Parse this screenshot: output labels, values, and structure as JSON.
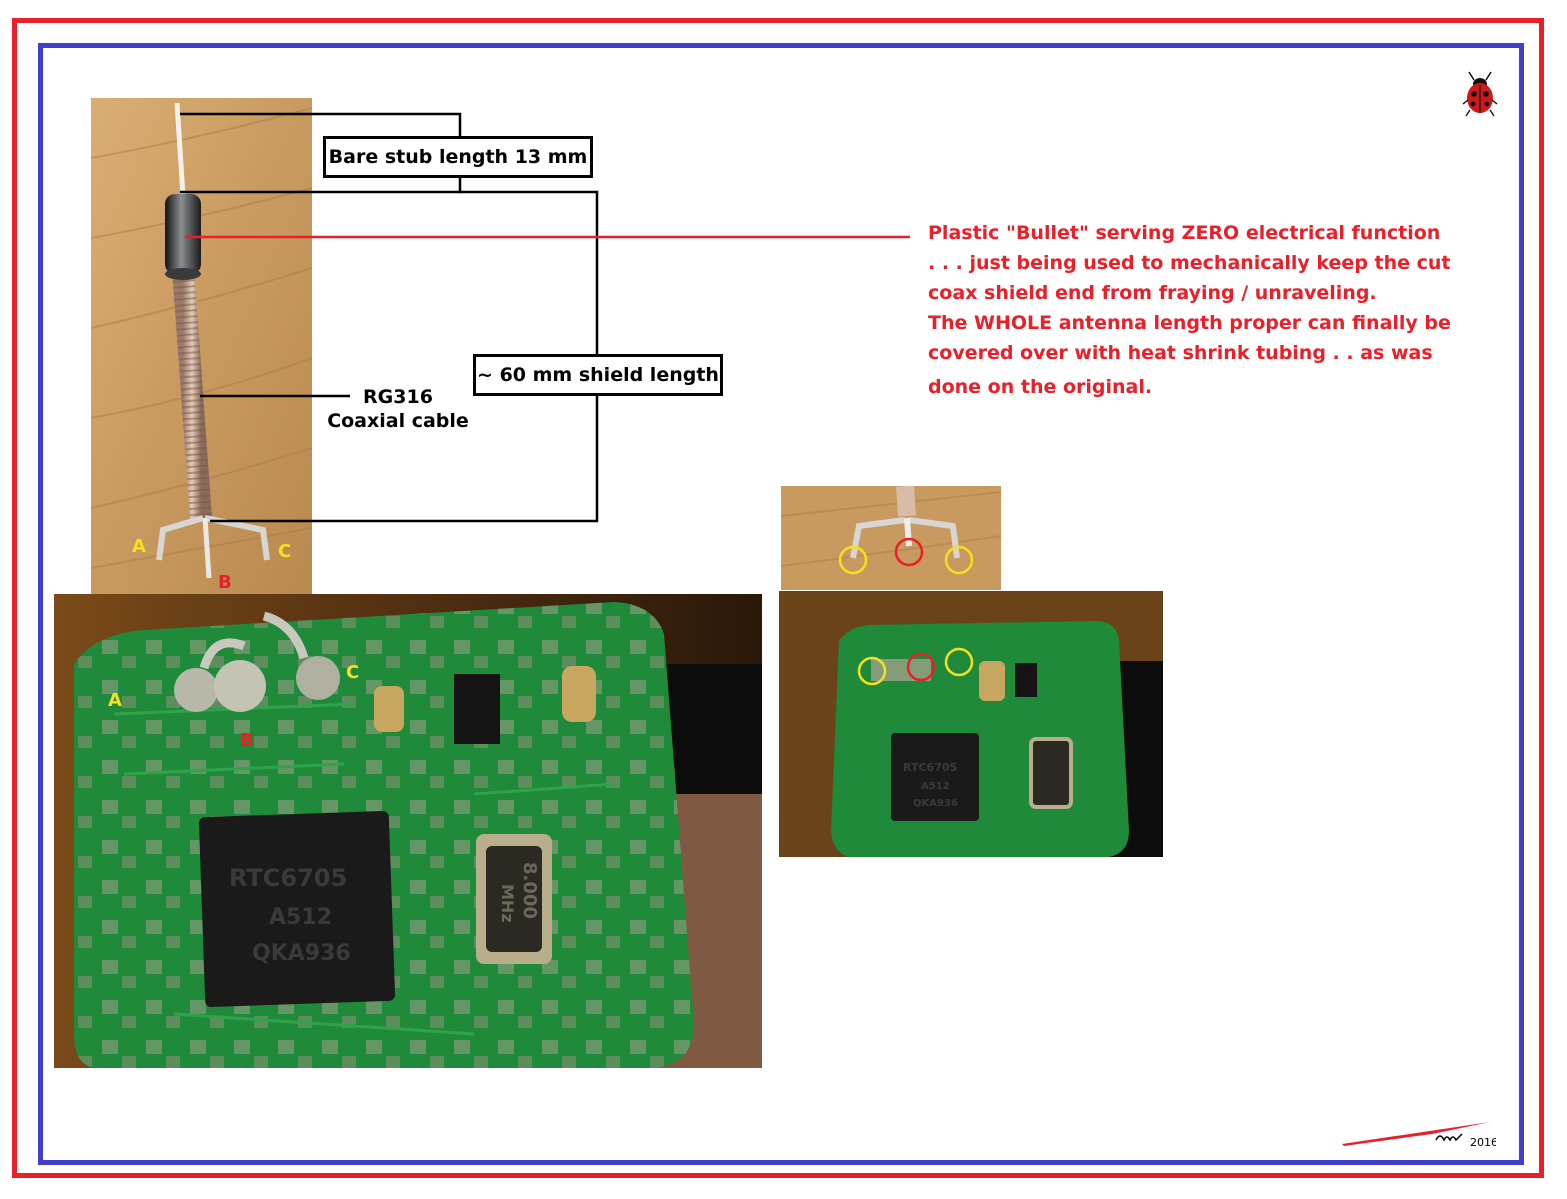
{
  "callouts": {
    "stub": "Bare stub length 13 mm",
    "shield": "~ 60 mm shield length"
  },
  "cable_label": {
    "line1": "RG316",
    "line2": "Coaxial cable"
  },
  "note": {
    "lines": [
      "Plastic \"Bullet\"   serving  ZERO electrical function",
      " . . . just being used to mechanically keep the cut",
      "coax shield end from fraying / unraveling.",
      "The WHOLE  antenna length proper can finally be",
      "covered over with heat shrink tubing . .  as was",
      " done on the original."
    ]
  },
  "pins": {
    "a": "A",
    "b": "B",
    "c": "C"
  },
  "chip": {
    "line1": "RTC6705",
    "line2": "A512",
    "line3": "QKA936"
  },
  "crystal": {
    "line1": "8.000",
    "line2": "MHz"
  },
  "signature": {
    "year": "2016"
  },
  "colors": {
    "frame_outer": "#e8202a",
    "frame_inner": "#4040c8",
    "note_text": "#e8202a",
    "pin_a_c": "#f4e020",
    "pin_b": "#e8202a",
    "pcb_green": "#1f8a3a"
  }
}
